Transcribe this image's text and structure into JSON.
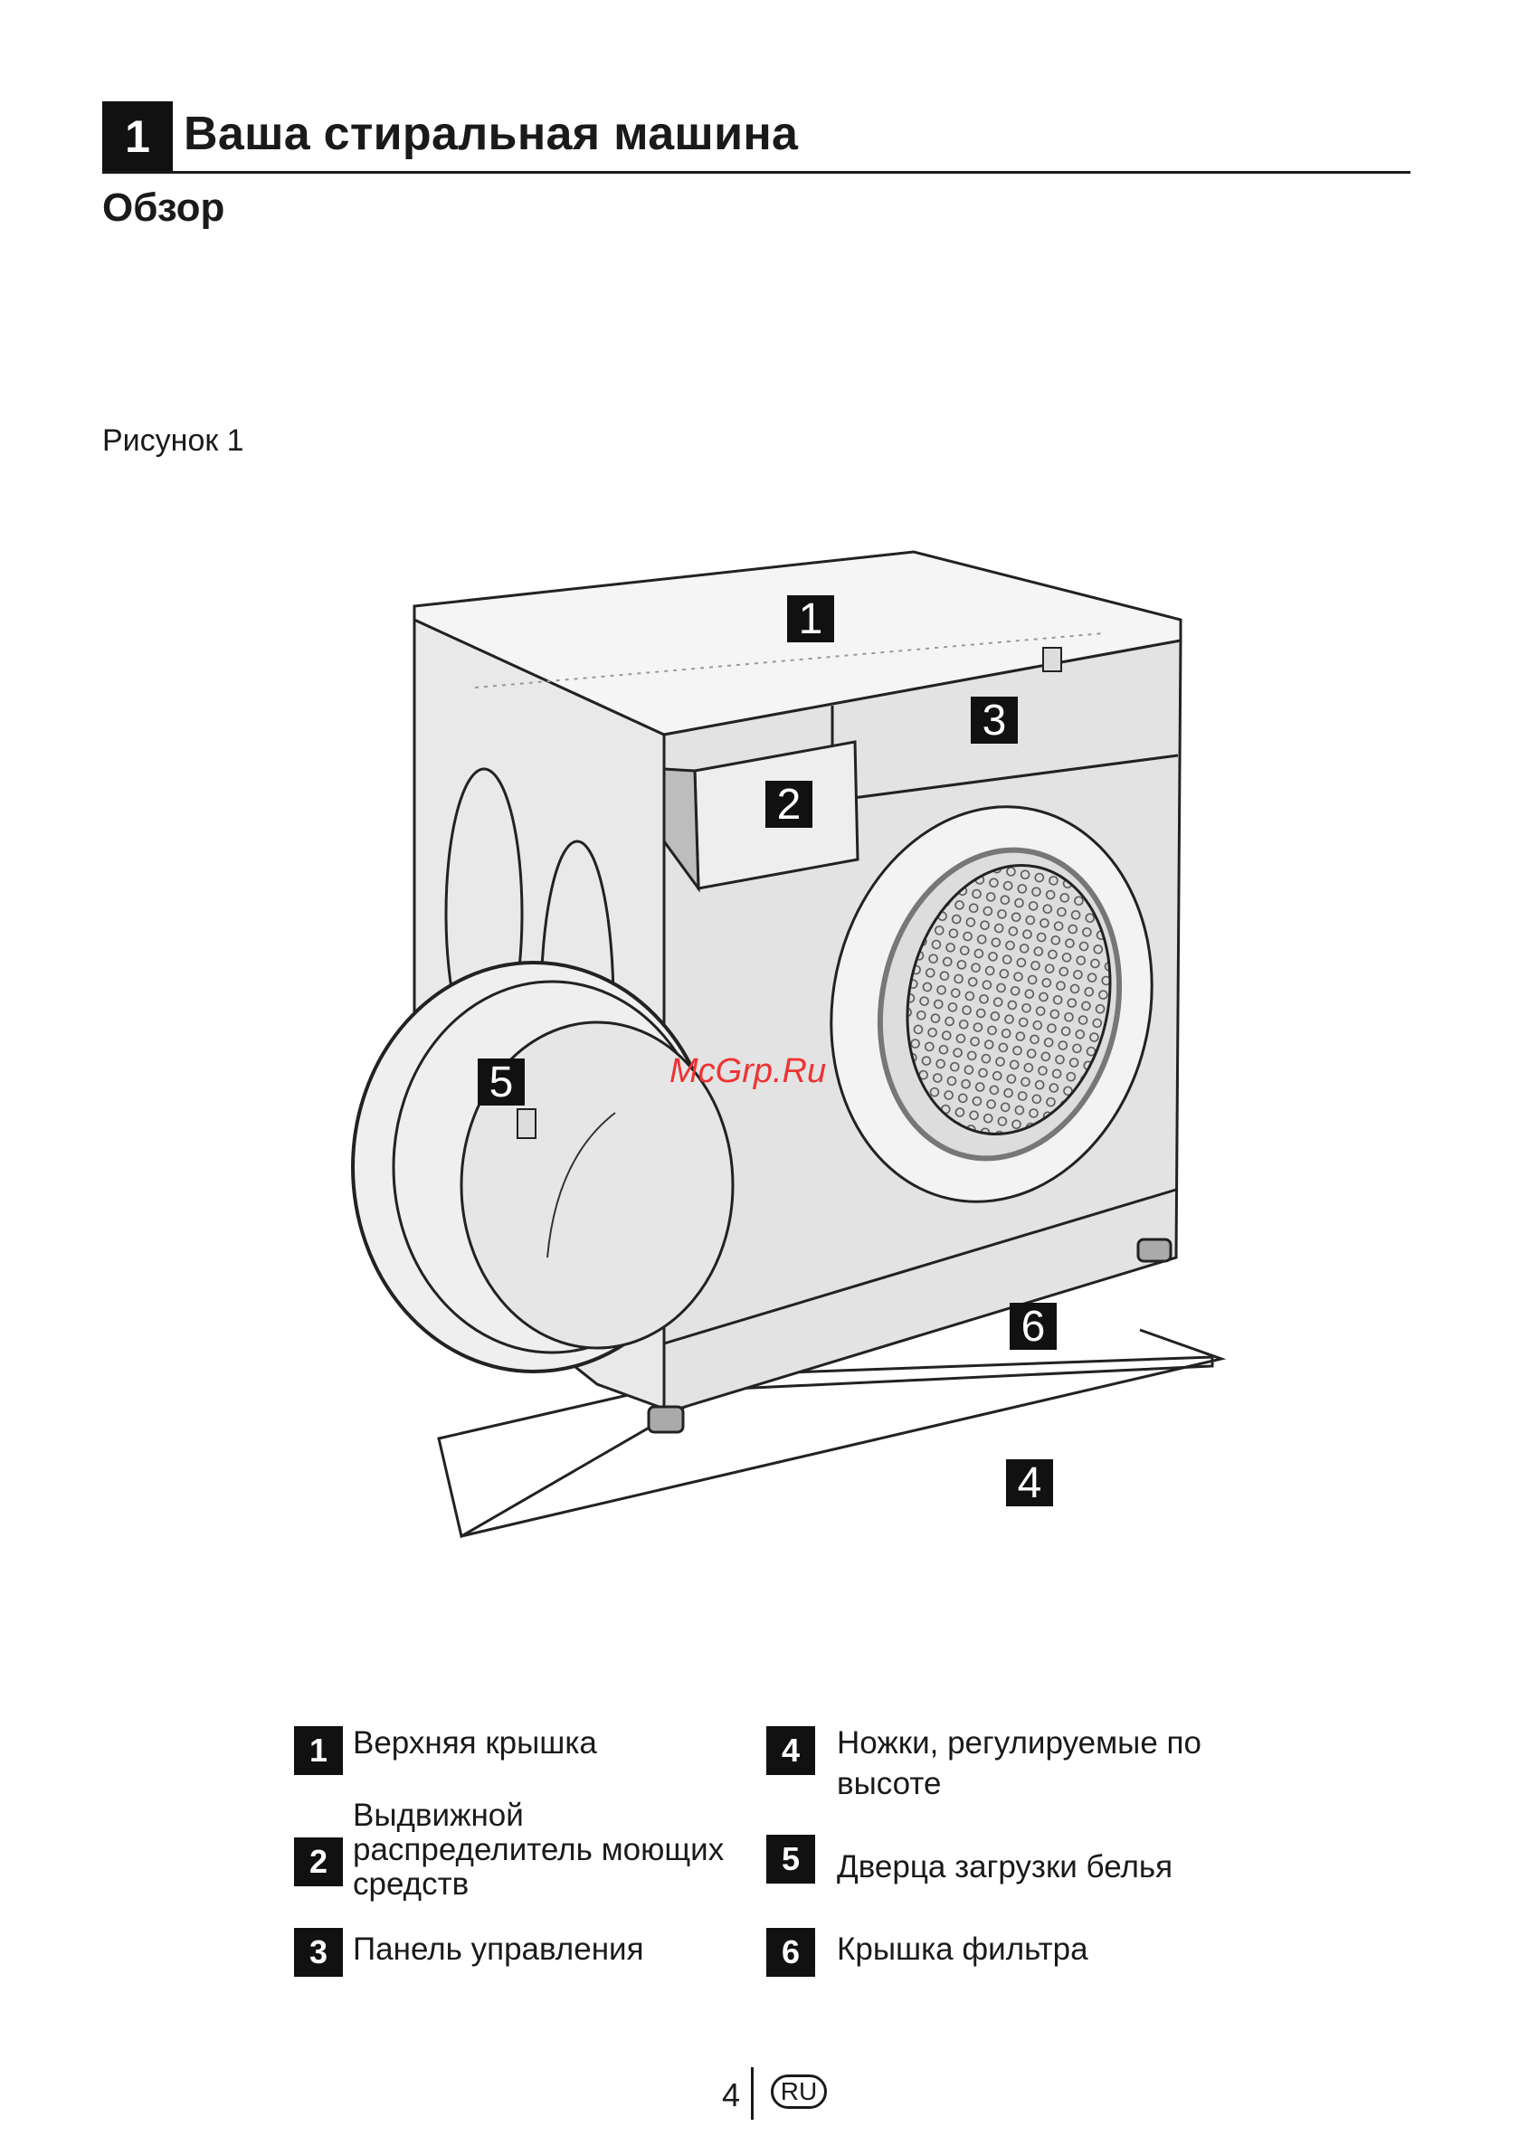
{
  "header": {
    "section_number": "1",
    "title": "Ваша стиральная машина"
  },
  "subtitle": "Обзор",
  "figure_caption": "Рисунок 1",
  "figure": {
    "callouts": [
      "1",
      "2",
      "3",
      "4",
      "5",
      "6"
    ],
    "watermark": "McGrp.Ru"
  },
  "legend": [
    {
      "number": "1",
      "label": "Верхняя крышка"
    },
    {
      "number": "2",
      "label_lines": [
        "Выдвижной",
        "распределитель моющих",
        "средств"
      ]
    },
    {
      "number": "3",
      "label": "Панель управления"
    },
    {
      "number": "4",
      "label_lines": [
        "Ножки, регулируемые по",
        "высоте"
      ]
    },
    {
      "number": "5",
      "label": "Дверца загрузки белья"
    },
    {
      "number": "6",
      "label": "Крышка фильтра"
    }
  ],
  "footer": {
    "page_number": "4",
    "language": "RU"
  }
}
